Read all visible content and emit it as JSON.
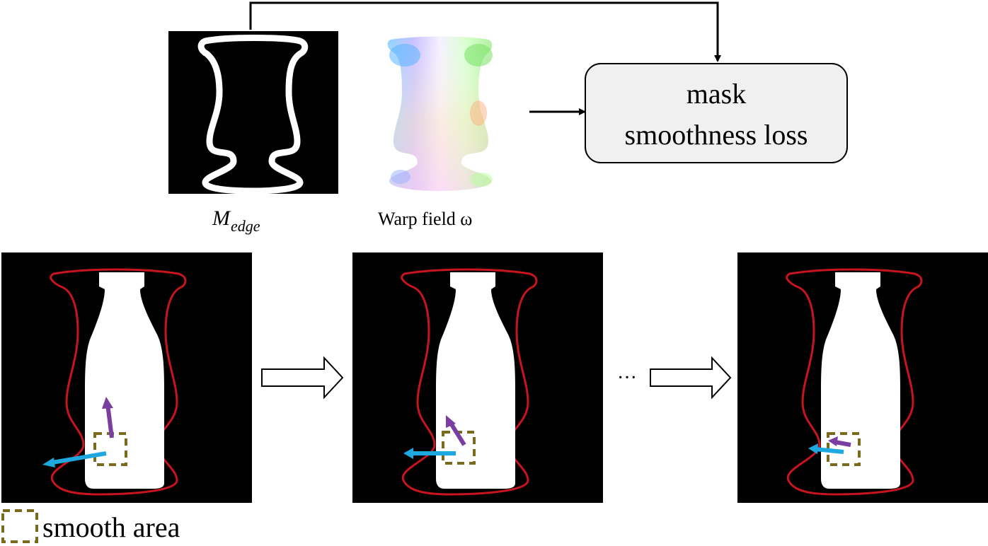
{
  "top": {
    "edge_label_main": "M",
    "edge_label_sub": "edge",
    "warp_label": "Warp field ω",
    "loss_box_line1": "mask",
    "loss_box_line2": "smoothness loss"
  },
  "bottom": {
    "ellipsis": "···",
    "legend_label": "smooth area"
  },
  "colors": {
    "outline_red": "#c8141e",
    "arrow_blue": "#1ea8e0",
    "arrow_purple": "#7a3ea0",
    "smooth_box": "#7a6a1e",
    "loss_box_fill": "#f0f0f0"
  },
  "icons": [
    "right-hollow-arrow-icon",
    "flow-arrow-icon",
    "dashed-square-icon"
  ]
}
